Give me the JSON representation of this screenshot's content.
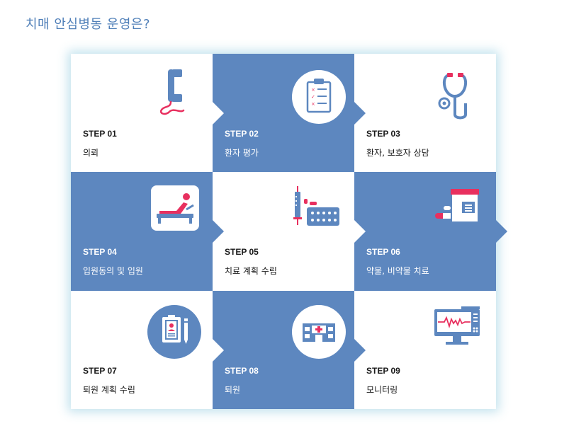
{
  "title": "치매 안심병동 운영은?",
  "steps": [
    {
      "step": "STEP 01",
      "label": "의뢰",
      "icon": "telephone-icon"
    },
    {
      "step": "STEP 02",
      "label": "환자 평가",
      "icon": "clipboard-checklist-icon"
    },
    {
      "step": "STEP 03",
      "label": "환자, 보호자 상담",
      "icon": "stethoscope-icon"
    },
    {
      "step": "STEP 04",
      "label": "입원동의 및 입원",
      "icon": "patient-bed-icon"
    },
    {
      "step": "STEP 05",
      "label": "치료 계획 수립",
      "icon": "syringe-pills-icon"
    },
    {
      "step": "STEP 06",
      "label": "약물, 비약물 치료",
      "icon": "medicine-box-pills-icon"
    },
    {
      "step": "STEP 07",
      "label": "퇴원 계획 수립",
      "icon": "patient-chart-pen-icon"
    },
    {
      "step": "STEP 08",
      "label": "퇴원",
      "icon": "hospital-building-icon"
    },
    {
      "step": "STEP 09",
      "label": "모니터링",
      "icon": "heart-monitor-icon"
    }
  ],
  "colors": {
    "accent_blue": "#5d87bf",
    "accent_pink": "#e8305f",
    "title_blue": "#4f7fb8"
  }
}
